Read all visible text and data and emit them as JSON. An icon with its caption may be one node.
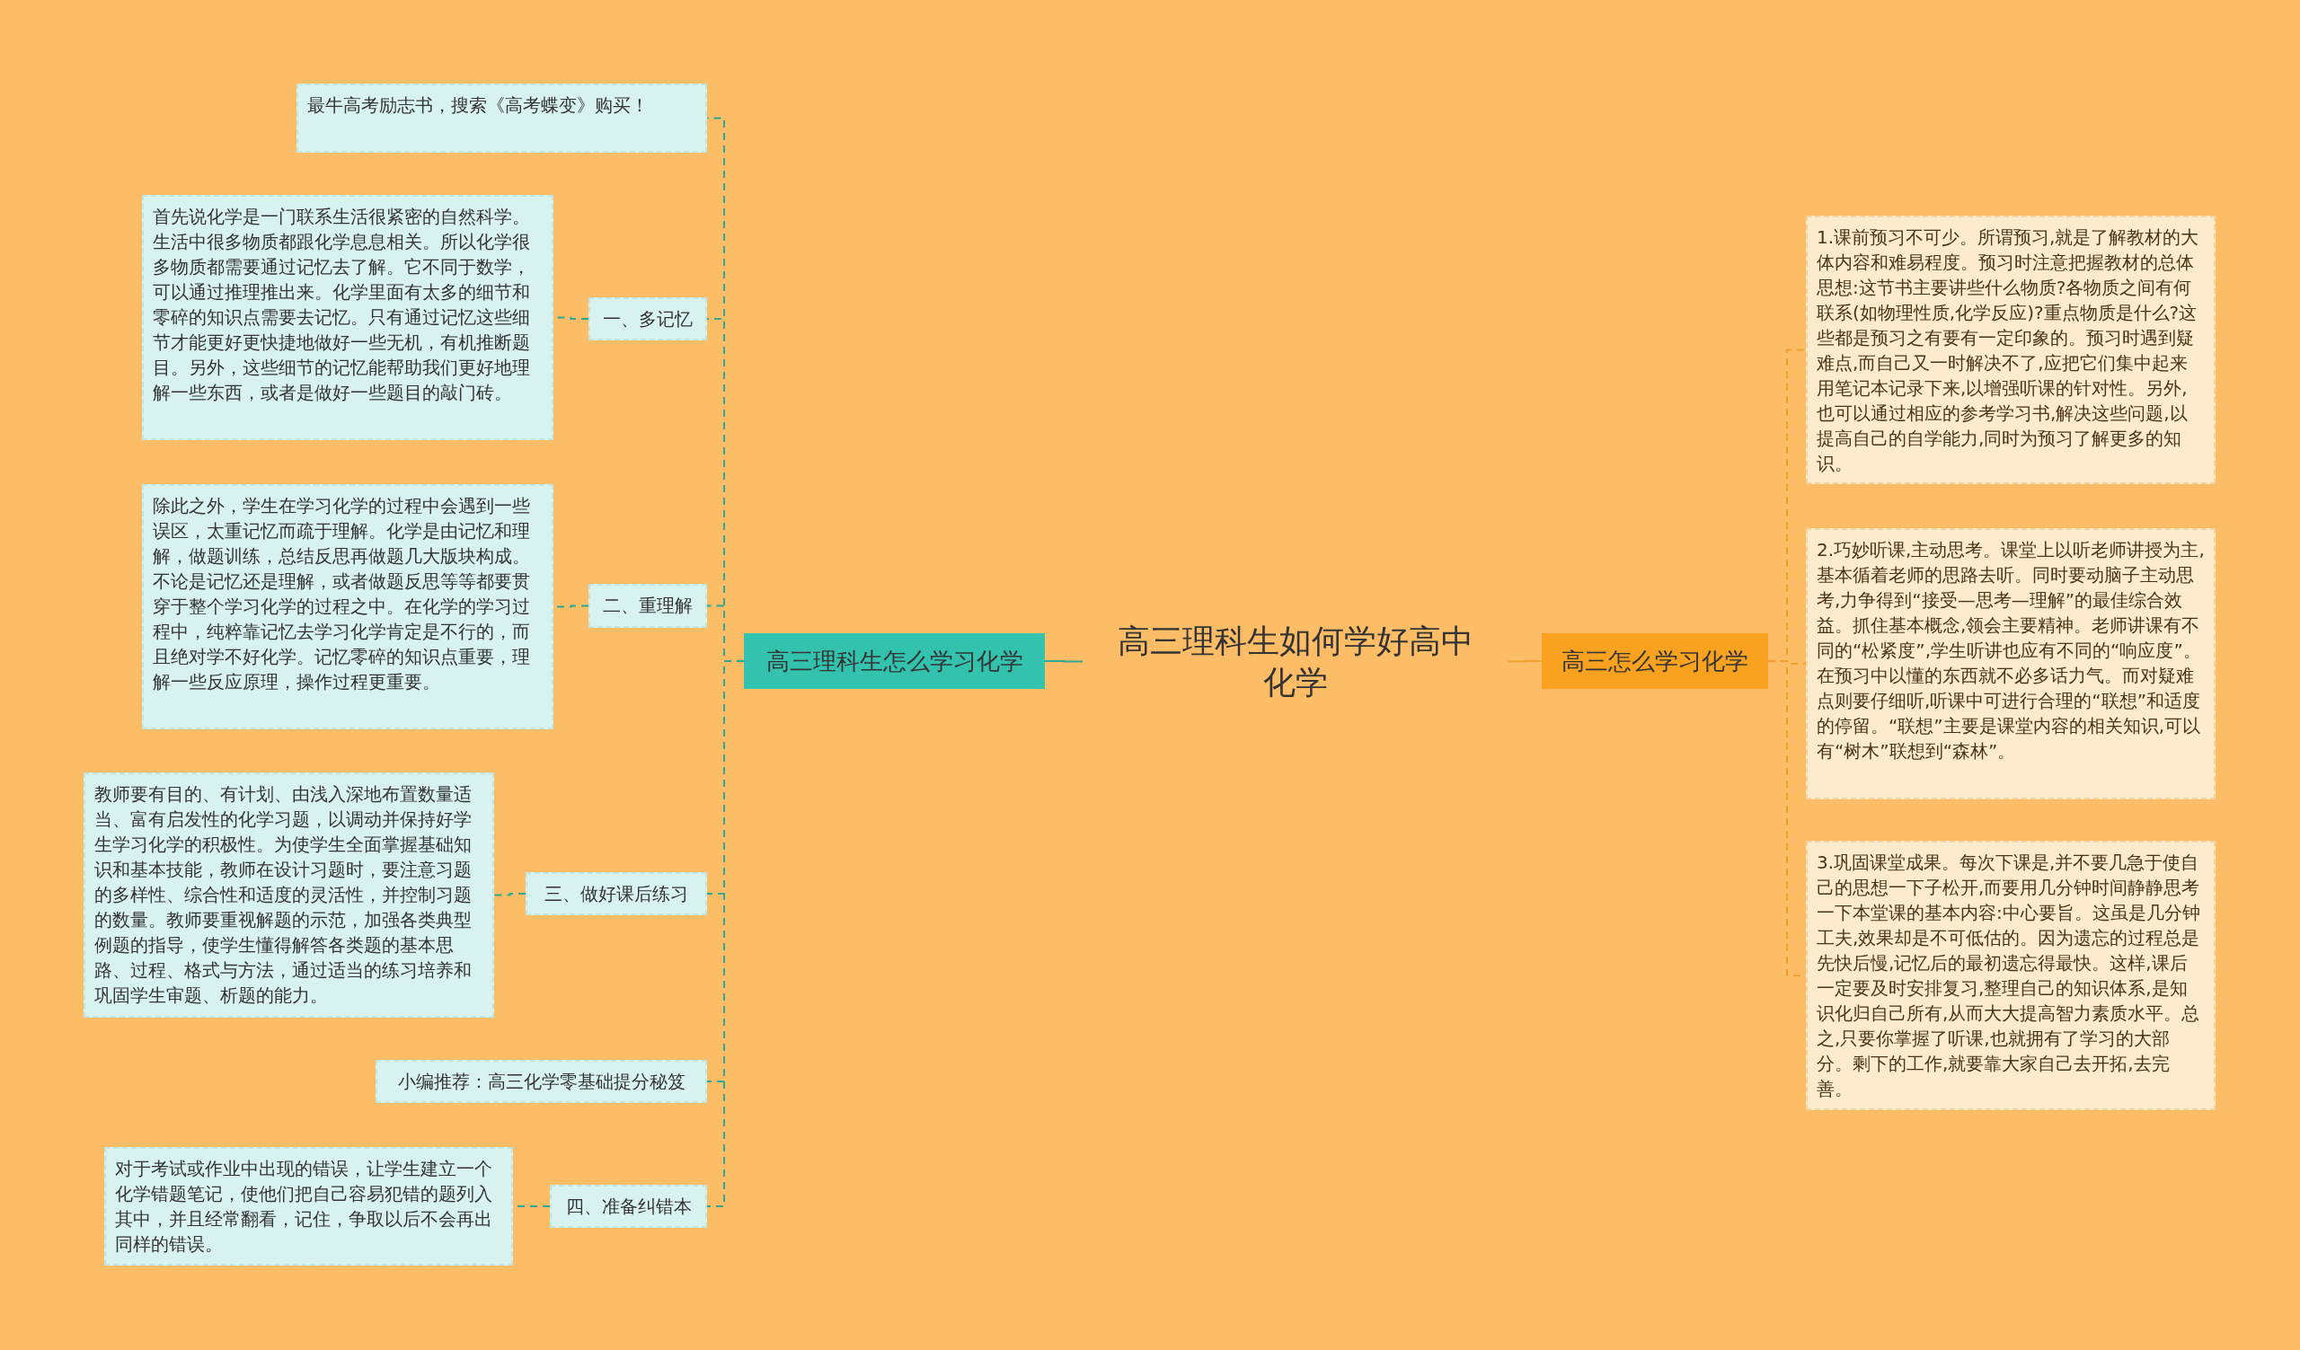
{
  "diagram": {
    "nodes": [
      {
        "text": [
          "高三理科生如何学好高中化学"
        ]
      },
      {
        "text": [
          "高三理科生怎么学习化学"
        ]
      },
      {
        "text": [
          "最牛高考励志书，搜索《高考蝶变》购买！"
        ]
      },
      {
        "text": [
          "一、多记忆"
        ]
      },
      {
        "text": [
          "首先说化学是一门联系生活很紧密的自然科学。生活中很多物质都跟化学息息相关。所以化学很多物质都需要通过记忆去了解。它不同于数学，可以通过推理推出来。化学里面有太多的细节和零碎的知识点需要去记忆。只有通过记忆这些细节才能更好更快捷地做好一些无机，有机推断题目。另外，这些细节的记忆能帮助我们更好地理解一些东西，或者是做好一些题目的敲门砖。"
        ]
      },
      {
        "text": [
          "二、重理解"
        ]
      },
      {
        "text": [
          "除此之外，学生在学习化学的过程中会遇到一些误区，太重记忆而疏于理解。化学是由记忆和理解，做题训练，总结反思再做题几大版块构成。不论是记忆还是理解，或者做题反思等等都要贯穿于整个学习化学的过程之中。在化学的学习过程中，纯粹靠记忆去学习化学肯定是不行的，而且绝对学不好化学。记忆零碎的知识点重要，理解一些反应原理，操作过程更重要。"
        ]
      },
      {
        "text": [
          "三、做好课后练习"
        ]
      },
      {
        "text": [
          "教师要有目的、有计划、由浅入深地布置数量适当、富有启发性的化学习题，以调动并保持好学生学习化学的积极性。为使学生全面掌握基础知识和基本技能，教师在设计习题时，要注意习题的多样性、综合性和适度的灵活性，并控制习题的数量。教师要重视解题的示范，加强各类典型例题的指导，使学生懂得解答各类题的基本思路、过程、格式与方法，通过适当的练习培养和巩固学生审题、析题的能力。"
        ]
      },
      {
        "text": [
          "小编推荐：高三化学零基础提分秘笈"
        ]
      },
      {
        "text": [
          "四、准备纠错本"
        ]
      },
      {
        "text": [
          "对于考试或作业中出现的错误，让学生建立一个化学错题笔记，使他们把自己容易犯错的题列入其中，并且经常翻看，记住，争取以后不会再出同样的错误。"
        ]
      },
      {
        "text": [
          "高三怎么学习化学"
        ]
      },
      {
        "text": [
          "1.课前预习不可少。所谓预习,就是了解教材的大体内容和难易程度。预习时注意把握教材的总体思想:这节书主要讲些什么物质?各物质之间有何联系(如物理性质,化学反应)?重点物质是什么?这些都是预习之有要有一定印象的。预习时遇到疑难点,而自己又一时解决不了,应把它们集中起来用笔记本记录下来,以增强听课的针对性。另外,也可以通过相应的参考学习书,解决这些问题,以提高自己的自学能力,同时为预习了解更多的知识。"
        ]
      },
      {
        "text": [
          "2.巧妙听课,主动思考。课堂上以听老师讲授为主,基本循着老师的思路去听。同时要动脑子主动思考,力争得到“接受—思考—理解”的最佳综合效益。抓住基本概念,领会主要精神。老师讲课有不同的“松紧度”,学生听讲也应有不同的“响应度”。在预习中以懂的东西就不必多话力气。而对疑难点则要仔细听,听课中可进行合理的“联想”和适度的停留。“联想”主要是课堂内容的相关知识,可以有“树木”联想到“森林”。"
        ]
      },
      {
        "text": [
          "3.巩固课堂成果。每次下课是,并不要几急于使自己的思想一下子松开,而要用几分钟时间静静思考一下本堂课的基本内容:中心要旨。这虽是几分钟工夫,效果却是不可低估的。因为遗忘的过程总是先快后慢,记忆后的最初遗忘得最快。这样,课后一定要及时安排复习,整理自己的知识体系,是知识化归自己所有,从而大大提高智力素质水平。总之,只要你掌握了听课,也就拥有了学习的大部分。剩下的工作,就要靠大家自己去开拓,去完善。"
        ]
      }
    ],
    "edges": [
      {
        "from": 0,
        "to": 1,
        "arrow": "none"
      },
      {
        "from": 1,
        "to": 2,
        "arrow": "none",
        "style": "dashed"
      },
      {
        "from": 1,
        "to": 3,
        "arrow": "none",
        "style": "dashed"
      },
      {
        "from": 3,
        "to": 4,
        "arrow": "none",
        "style": "dashed"
      },
      {
        "from": 1,
        "to": 5,
        "arrow": "none",
        "style": "dashed"
      },
      {
        "from": 5,
        "to": 6,
        "arrow": "none",
        "style": "dashed"
      },
      {
        "from": 1,
        "to": 7,
        "arrow": "none",
        "style": "dashed"
      },
      {
        "from": 7,
        "to": 8,
        "arrow": "none",
        "style": "dashed"
      },
      {
        "from": 1,
        "to": 9,
        "arrow": "none",
        "style": "dashed"
      },
      {
        "from": 1,
        "to": 10,
        "arrow": "none",
        "style": "dashed"
      },
      {
        "from": 10,
        "to": 11,
        "arrow": "none",
        "style": "dashed"
      },
      {
        "from": 0,
        "to": 12,
        "arrow": "none",
        "color": "#f3a02a"
      },
      {
        "from": 12,
        "to": 13,
        "arrow": "none",
        "style": "dashed",
        "color": "#f3a02a"
      },
      {
        "from": 12,
        "to": 14,
        "arrow": "none",
        "style": "dashed",
        "color": "#f3a02a"
      },
      {
        "from": 12,
        "to": 15,
        "arrow": "none",
        "style": "dashed",
        "color": "#f3a02a"
      }
    ]
  }
}
